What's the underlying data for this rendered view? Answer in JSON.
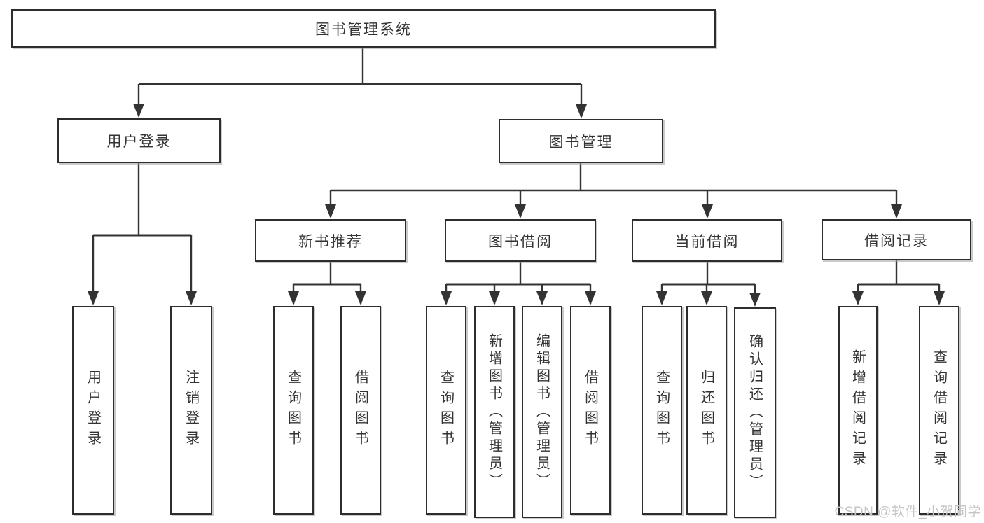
{
  "diagram": {
    "title": "图书管理系统",
    "root": {
      "label": "图书管理系统"
    },
    "branches": [
      {
        "label": "用户登录",
        "children": [
          {
            "label": "用户登录"
          },
          {
            "label": "注销登录"
          }
        ]
      },
      {
        "label": "图书管理",
        "children": [
          {
            "label": "新书推荐",
            "children": [
              {
                "label": "查询图书"
              },
              {
                "label": "借阅图书"
              }
            ]
          },
          {
            "label": "图书借阅",
            "children": [
              {
                "label": "查询图书"
              },
              {
                "label": "新增图书（管理员）"
              },
              {
                "label": "编辑图书（管理员）"
              },
              {
                "label": "借阅图书"
              }
            ]
          },
          {
            "label": "当前借阅",
            "children": [
              {
                "label": "查询图书"
              },
              {
                "label": "归还图书"
              },
              {
                "label": "确认归还（管理员）"
              }
            ]
          },
          {
            "label": "借阅记录",
            "children": [
              {
                "label": "新增借阅记录"
              },
              {
                "label": "查询借阅记录"
              }
            ]
          }
        ]
      }
    ]
  },
  "watermark": {
    "text": "CSDN @软件_小贺同学",
    "color": "#c6c6c6"
  },
  "colors": {
    "background": "#ffffff",
    "box_fill": "#ffffff",
    "box_border": "#2d2d2d",
    "line": "#333333",
    "text": "#333333"
  }
}
